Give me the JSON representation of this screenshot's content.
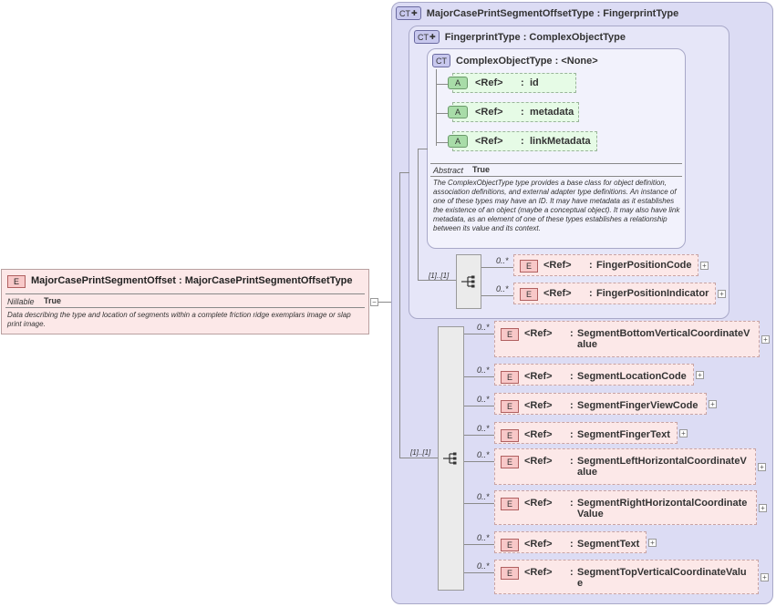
{
  "root": {
    "badge": "E",
    "name": "MajorCasePrintSegmentOffset",
    "type": "MajorCasePrintSegmentOffsetType",
    "nillable_label": "Nillable",
    "nillable_value": "True",
    "doc": "Data describing the type and location of segments within a complete friction ridge exemplars image or slap print image.",
    "collapse": "−"
  },
  "ct_outer": {
    "badge": "CT",
    "name": "MajorCasePrintSegmentOffsetType",
    "base": "FingerprintType"
  },
  "ct_mid": {
    "badge": "CT",
    "name": "FingerprintType",
    "base": "ComplexObjectType"
  },
  "ct_inner": {
    "badge": "CT",
    "name": "ComplexObjectType",
    "base": "<None>",
    "abstract_label": "Abstract",
    "abstract_value": "True",
    "doc": "The ComplexObjectType type provides a base class for object definition, association definitions, and external adapter type definitions. An instance of one of these types may have an ID. It may have metadata as it establishes the existence of an object (maybe a conceptual object). It may also have link metadata, as an element of one of these types establishes a relationship between its value and its context."
  },
  "separator": ":",
  "attributes": [
    {
      "badge": "A",
      "ref": "<Ref>",
      "name": "id"
    },
    {
      "badge": "A",
      "ref": "<Ref>",
      "name": "metadata"
    },
    {
      "badge": "A",
      "ref": "<Ref>",
      "name": "linkMetadata"
    }
  ],
  "fingerprint_seq": {
    "cardinality": "[1]..[1]",
    "elements": [
      {
        "badge": "E",
        "ref": "<Ref>",
        "name": "FingerPositionCode",
        "occ": "0..*"
      },
      {
        "badge": "E",
        "ref": "<Ref>",
        "name": "FingerPositionIndicator",
        "occ": "0..*"
      }
    ]
  },
  "segment_seq": {
    "cardinality": "[1]..[1]",
    "elements": [
      {
        "badge": "E",
        "ref": "<Ref>",
        "name": "SegmentBottomVerticalCoordinateValue",
        "name_lines": [
          "SegmentBottomVerticalCoordinateV",
          "alue"
        ],
        "occ": "0..*"
      },
      {
        "badge": "E",
        "ref": "<Ref>",
        "name": "SegmentLocationCode",
        "name_lines": [
          "SegmentLocationCode"
        ],
        "occ": "0..*"
      },
      {
        "badge": "E",
        "ref": "<Ref>",
        "name": "SegmentFingerViewCode",
        "name_lines": [
          "SegmentFingerViewCode"
        ],
        "occ": "0..*"
      },
      {
        "badge": "E",
        "ref": "<Ref>",
        "name": "SegmentFingerText",
        "name_lines": [
          "SegmentFingerText"
        ],
        "occ": "0..*"
      },
      {
        "badge": "E",
        "ref": "<Ref>",
        "name": "SegmentLeftHorizontalCoordinateValue",
        "name_lines": [
          "SegmentLeftHorizontalCoordinateV",
          "alue"
        ],
        "occ": "0..*"
      },
      {
        "badge": "E",
        "ref": "<Ref>",
        "name": "SegmentRightHorizontalCoordinateValue",
        "name_lines": [
          "SegmentRightHorizontalCoordinate",
          "Value"
        ],
        "occ": "0..*"
      },
      {
        "badge": "E",
        "ref": "<Ref>",
        "name": "SegmentText",
        "name_lines": [
          "SegmentText"
        ],
        "occ": "0..*"
      },
      {
        "badge": "E",
        "ref": "<Ref>",
        "name": "SegmentTopVerticalCoordinateValue",
        "name_lines": [
          "SegmentTopVerticalCoordinateValu",
          "e"
        ],
        "occ": "0..*"
      }
    ]
  },
  "expand_symbol": "+",
  "colors": {
    "ct_outer": "#dcdcf4",
    "ct_inner": "#f2f2fc",
    "attribute": "#e6fbe6",
    "element": "#fce8e8"
  }
}
